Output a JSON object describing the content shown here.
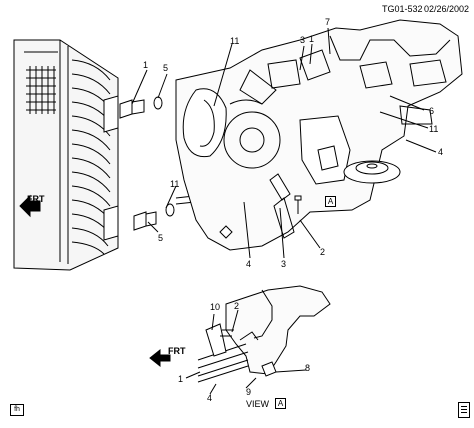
{
  "header": {
    "code": "TG01-532",
    "date": "02/26/2002"
  },
  "frt_label": "FRT",
  "callouts_main": [
    "1",
    "5",
    "11",
    "7",
    "1",
    "3",
    "6",
    "11",
    "4",
    "11",
    "5",
    "4",
    "3",
    "2"
  ],
  "callouts_view": [
    "10",
    "2",
    "8",
    "1",
    "9",
    "4"
  ],
  "view_text": "VIEW",
  "view_ref": "A",
  "view_marker": "A",
  "footer_icon": "fh"
}
